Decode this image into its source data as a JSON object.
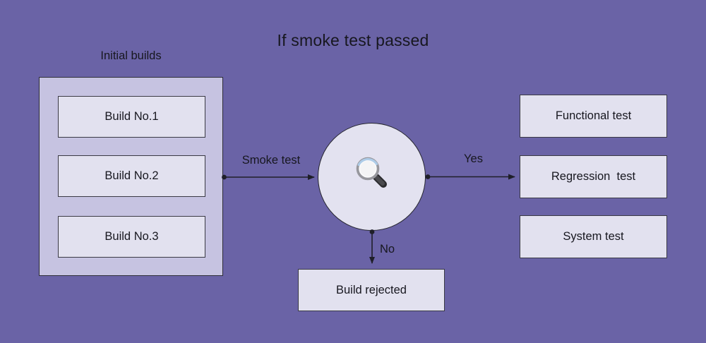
{
  "title": "If smoke test passed",
  "colors": {
    "background": "#6A63A6",
    "container_fill": "#C6C3E1",
    "node_fill": "#E2E1EF",
    "circle_fill": "#E3E2F0",
    "stroke": "#1F1F29",
    "text": "#17171F"
  },
  "source_group": {
    "label": "Initial builds",
    "builds": [
      "Build No.1",
      "Build No.2",
      "Build No.3"
    ]
  },
  "decision_node": {
    "icon": "magnifier-icon"
  },
  "edge_labels": {
    "input": "Smoke test",
    "yes": "Yes",
    "no": "No"
  },
  "yes_outcomes": [
    "Functional test",
    "Regression  test",
    "System test"
  ],
  "no_outcome": "Build rejected"
}
